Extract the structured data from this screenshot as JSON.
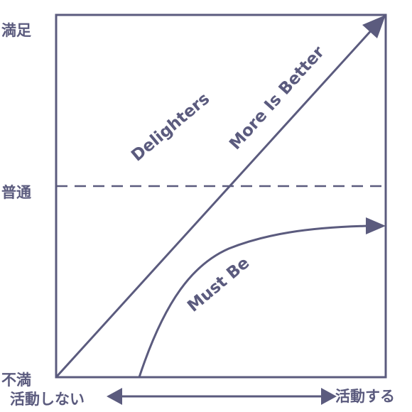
{
  "axes": {
    "y_top": "満足",
    "y_middle": "普通",
    "y_bottom": "不満",
    "x_left": "活動しない",
    "x_right": "活動する"
  },
  "curves": {
    "delighters": "Delighters",
    "more_is_better": "More Is Better",
    "must_be": "Must Be"
  },
  "colors": {
    "stroke": "#5b5b7e",
    "text": "#5b5b7e",
    "background": "#ffffff"
  }
}
